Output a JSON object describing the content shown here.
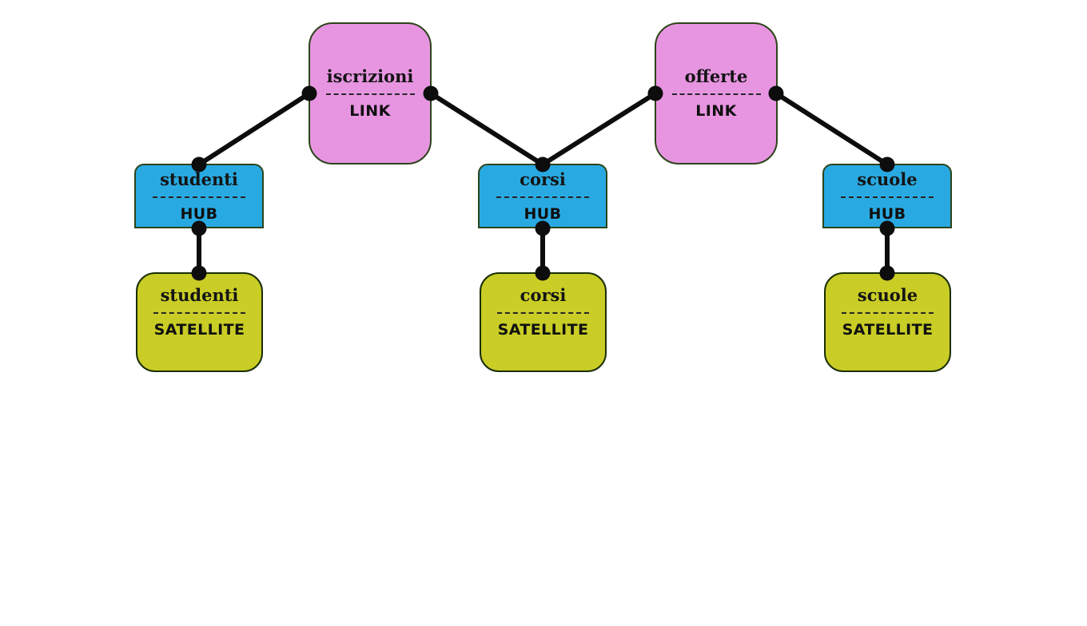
{
  "diagram": {
    "kind": "data-vault-model-diagram",
    "background": "#ffffff",
    "colors": {
      "link_fill": "#e795e1",
      "hub_fill": "#29a9e1",
      "satellite_fill": "#c9cd25",
      "node_border": "#2c441a",
      "satellite_border": "#1a2e08",
      "edge": "#0d0d0d"
    },
    "nodes": [
      {
        "id": "link-iscrizioni",
        "name": "iscrizioni",
        "kind": "LINK"
      },
      {
        "id": "link-offerte",
        "name": "offerte",
        "kind": "LINK"
      },
      {
        "id": "hub-studenti",
        "name": "studenti",
        "kind": "HUB"
      },
      {
        "id": "hub-corsi",
        "name": "corsi",
        "kind": "HUB"
      },
      {
        "id": "hub-scuole",
        "name": "scuole",
        "kind": "HUB"
      },
      {
        "id": "sat-studenti",
        "name": "studenti",
        "kind": "SATELLITE"
      },
      {
        "id": "sat-corsi",
        "name": "corsi",
        "kind": "SATELLITE"
      },
      {
        "id": "sat-scuole",
        "name": "scuole",
        "kind": "SATELLITE"
      }
    ],
    "edges": [
      {
        "from": "link-iscrizioni",
        "to": "hub-studenti"
      },
      {
        "from": "link-iscrizioni",
        "to": "hub-corsi"
      },
      {
        "from": "link-offerte",
        "to": "hub-corsi"
      },
      {
        "from": "link-offerte",
        "to": "hub-scuole"
      },
      {
        "from": "hub-studenti",
        "to": "sat-studenti"
      },
      {
        "from": "hub-corsi",
        "to": "sat-corsi"
      },
      {
        "from": "hub-scuole",
        "to": "sat-scuole"
      }
    ]
  }
}
